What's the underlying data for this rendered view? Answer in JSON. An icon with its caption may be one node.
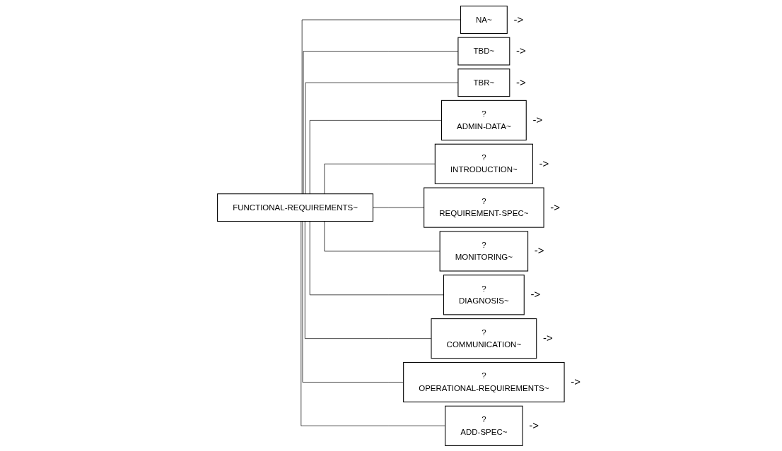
{
  "diagram": {
    "nodes": [
      {
        "text": [
          "FUNCTIONAL-REQUIREMENTS~"
        ]
      },
      {
        "text": [
          "NA~"
        ],
        "beside": [
          "->"
        ]
      },
      {
        "text": [
          "TBD~"
        ],
        "beside": [
          "->"
        ]
      },
      {
        "text": [
          "TBR~"
        ],
        "beside": [
          "->"
        ]
      },
      {
        "text": [
          "?",
          "ADMIN-DATA~"
        ],
        "beside": [
          "->"
        ]
      },
      {
        "text": [
          "?",
          "INTRODUCTION~"
        ],
        "beside": [
          "->"
        ]
      },
      {
        "text": [
          "?",
          "REQUIREMENT-SPEC~"
        ],
        "beside": [
          "->"
        ]
      },
      {
        "text": [
          "?",
          "MONITORING~"
        ],
        "beside": [
          "->"
        ]
      },
      {
        "text": [
          "?",
          "DIAGNOSIS~"
        ],
        "beside": [
          "->"
        ]
      },
      {
        "text": [
          "?",
          "COMMUNICATION~"
        ],
        "beside": [
          "->"
        ]
      },
      {
        "text": [
          "?",
          "OPERATIONAL-REQUIREMENTS~"
        ],
        "beside": [
          "->"
        ]
      },
      {
        "text": [
          "?",
          "ADD-SPEC~"
        ],
        "beside": [
          "->"
        ]
      }
    ],
    "edges": [
      {
        "from": 0,
        "to": 1,
        "arrow": "none"
      },
      {
        "from": 0,
        "to": 2,
        "arrow": "none"
      },
      {
        "from": 0,
        "to": 3,
        "arrow": "none"
      },
      {
        "from": 0,
        "to": 4,
        "arrow": "none"
      },
      {
        "from": 0,
        "to": 5,
        "arrow": "none"
      },
      {
        "from": 0,
        "to": 6,
        "arrow": "none"
      },
      {
        "from": 0,
        "to": 7,
        "arrow": "none"
      },
      {
        "from": 0,
        "to": 8,
        "arrow": "none"
      },
      {
        "from": 0,
        "to": 9,
        "arrow": "none"
      },
      {
        "from": 0,
        "to": 10,
        "arrow": "none"
      },
      {
        "from": 0,
        "to": 11,
        "arrow": "none"
      }
    ]
  }
}
